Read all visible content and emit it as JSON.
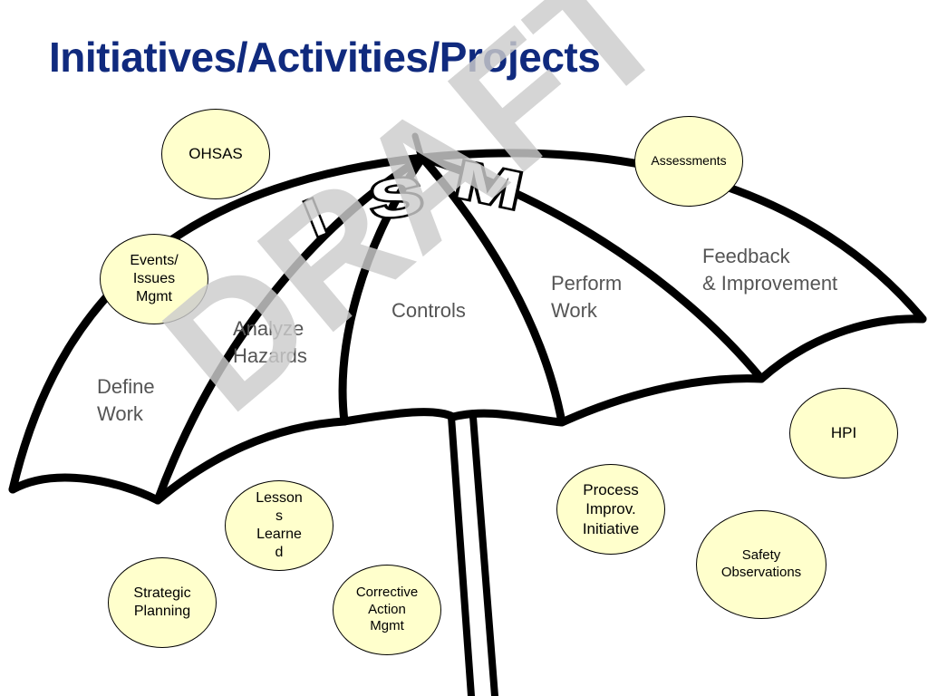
{
  "title": "Initiatives/Activities/Projects",
  "colors": {
    "title": "#102a7e",
    "bubble_fill": "#ffffcc",
    "panel_label": "#555555",
    "watermark": "#cccccc",
    "umbrella_stroke": "#000000"
  },
  "umbrella": {
    "lettering": [
      "I",
      "S",
      "M"
    ],
    "panels": [
      {
        "id": "define-work",
        "label": "Define\nWork"
      },
      {
        "id": "analyze-hazards",
        "label": "Analyze\nHazards"
      },
      {
        "id": "controls",
        "label": "Controls"
      },
      {
        "id": "perform-work",
        "label": "Perform\nWork"
      },
      {
        "id": "feedback",
        "label": "Feedback\n& Improvement"
      }
    ]
  },
  "bubbles": [
    {
      "id": "ohsas",
      "label": "OHSAS"
    },
    {
      "id": "assessments",
      "label": "Assessments"
    },
    {
      "id": "events-issues",
      "label": "Events/\nIssues\nMgmt"
    },
    {
      "id": "hpi",
      "label": "HPI"
    },
    {
      "id": "lessons-learned",
      "label": "Lesson\ns\nLearne\nd"
    },
    {
      "id": "process-improv",
      "label": "Process\nImprov.\nInitiative"
    },
    {
      "id": "safety-observations",
      "label": "Safety\nObservations"
    },
    {
      "id": "strategic-planning",
      "label": "Strategic\nPlanning"
    },
    {
      "id": "corrective-action",
      "label": "Corrective\nAction\nMgmt"
    }
  ],
  "watermark": "DRAFT"
}
